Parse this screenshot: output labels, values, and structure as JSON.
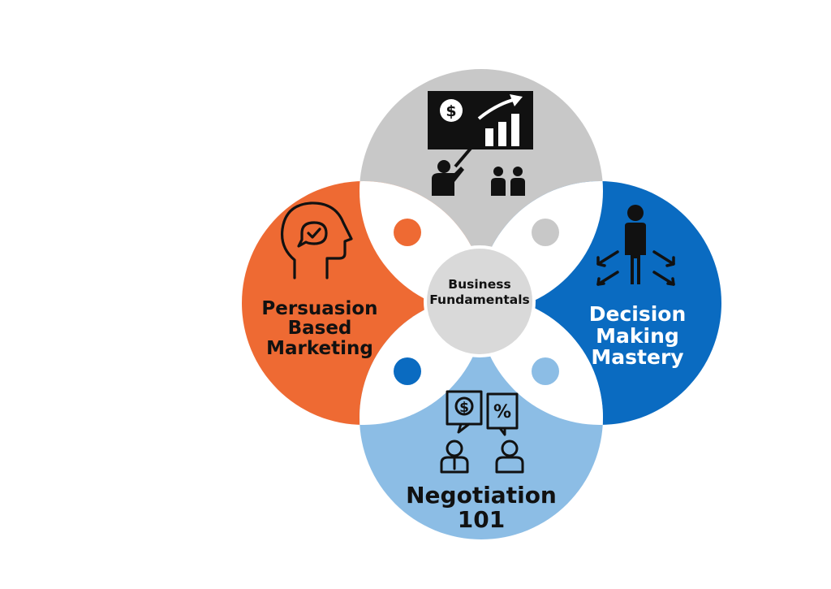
{
  "center": {
    "line1": "Business",
    "line2": "Fundamentals"
  },
  "top": {
    "icon": "presentation-chart-icon"
  },
  "left": {
    "icon": "head-thought-icon",
    "line1": "Persuasion",
    "line2": "Based",
    "line3": "Marketing"
  },
  "right": {
    "icon": "person-arrows-icon",
    "line1": "Decision",
    "line2": "Making",
    "line3": "Mastery"
  },
  "bottom": {
    "icon": "negotiation-people-icon",
    "line1": "Negotiation",
    "line2": "101"
  },
  "colors": {
    "top": "#c8c8c8",
    "left": "#ee6a33",
    "right": "#0a6bc1",
    "bottom": "#8cbde5",
    "center": "#d9d9d9",
    "dot_left": "#ee6a33",
    "dot_right": "#c8c8c8",
    "dot_bottom_left": "#0a6bc1",
    "dot_bottom_right": "#8cbde5"
  }
}
